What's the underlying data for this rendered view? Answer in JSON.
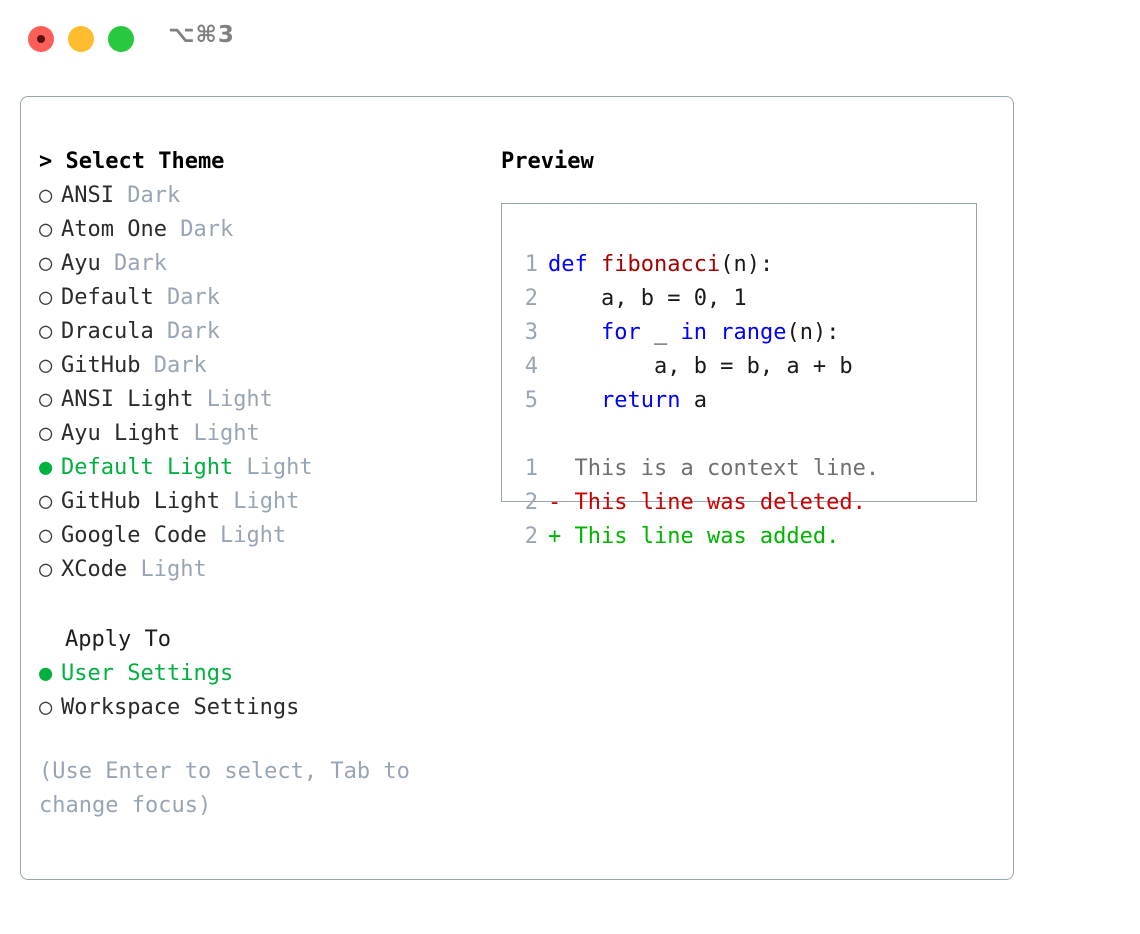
{
  "window": {
    "shortcut_title": "⌥⌘3",
    "traffic_lights": [
      "close",
      "minimize",
      "zoom"
    ],
    "colors": {
      "close": "#fc5f57",
      "minimize": "#febc2e",
      "zoom": "#28c840",
      "accent_green": "#00b140",
      "muted": "#9aa5b4",
      "border": "#9aa5b4"
    }
  },
  "theme_section": {
    "heading": "> Select Theme",
    "items": [
      {
        "bullet": "○",
        "name": "ANSI",
        "tag": "Dark",
        "selected": false
      },
      {
        "bullet": "○",
        "name": "Atom One",
        "tag": "Dark",
        "selected": false
      },
      {
        "bullet": "○",
        "name": "Ayu",
        "tag": "Dark",
        "selected": false
      },
      {
        "bullet": "○",
        "name": "Default",
        "tag": "Dark",
        "selected": false
      },
      {
        "bullet": "○",
        "name": "Dracula",
        "tag": "Dark",
        "selected": false
      },
      {
        "bullet": "○",
        "name": "GitHub",
        "tag": "Dark",
        "selected": false
      },
      {
        "bullet": "○",
        "name": "ANSI Light",
        "tag": "Light",
        "selected": false
      },
      {
        "bullet": "○",
        "name": "Ayu Light",
        "tag": "Light",
        "selected": false
      },
      {
        "bullet": "●",
        "name": "Default Light",
        "tag": "Light",
        "selected": true
      },
      {
        "bullet": "○",
        "name": "GitHub Light",
        "tag": "Light",
        "selected": false
      },
      {
        "bullet": "○",
        "name": "Google Code",
        "tag": "Light",
        "selected": false
      },
      {
        "bullet": "○",
        "name": "XCode",
        "tag": "Light",
        "selected": false
      }
    ]
  },
  "apply_to_section": {
    "heading": "Apply To",
    "items": [
      {
        "bullet": "●",
        "name": "User Settings",
        "selected": true
      },
      {
        "bullet": "○",
        "name": "Workspace Settings",
        "selected": false
      }
    ]
  },
  "hint": "(Use Enter to select, Tab to change focus)",
  "preview": {
    "title": "Preview",
    "code_lines": [
      {
        "ln": "1",
        "tokens": [
          {
            "t": "def ",
            "c": "kw"
          },
          {
            "t": "fibonacci",
            "c": "fn"
          },
          {
            "t": "(n):",
            "c": "plain"
          }
        ]
      },
      {
        "ln": "2",
        "tokens": [
          {
            "t": "    a, b = 0, 1",
            "c": "plain"
          }
        ]
      },
      {
        "ln": "3",
        "tokens": [
          {
            "t": "    ",
            "c": "plain"
          },
          {
            "t": "for",
            "c": "kw"
          },
          {
            "t": " _ ",
            "c": "plain"
          },
          {
            "t": "in",
            "c": "kw"
          },
          {
            "t": " ",
            "c": "plain"
          },
          {
            "t": "range",
            "c": "kw"
          },
          {
            "t": "(n):",
            "c": "plain"
          }
        ]
      },
      {
        "ln": "4",
        "tokens": [
          {
            "t": "        a, b = b, a + b",
            "c": "plain"
          }
        ]
      },
      {
        "ln": "5",
        "tokens": [
          {
            "t": "    ",
            "c": "plain"
          },
          {
            "t": "return",
            "c": "kw"
          },
          {
            "t": " a",
            "c": "plain"
          }
        ]
      }
    ],
    "diff_lines": [
      {
        "ln": "1",
        "marker": "  ",
        "text": "This is a context line.",
        "c": "ctx"
      },
      {
        "ln": "2",
        "marker": "- ",
        "text": "This line was deleted.",
        "c": "del"
      },
      {
        "ln": "2",
        "marker": "+ ",
        "text": "This line was added.",
        "c": "add"
      }
    ]
  }
}
